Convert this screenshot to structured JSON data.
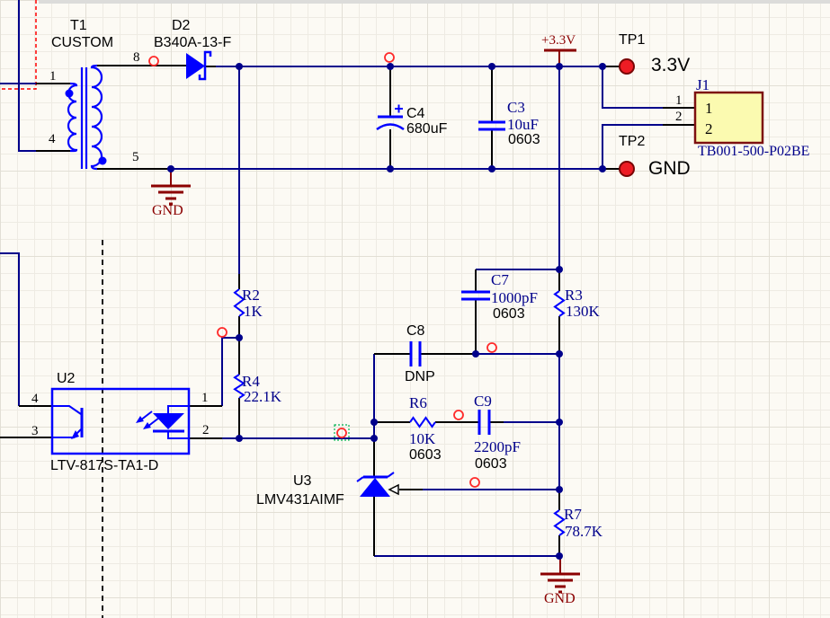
{
  "canvas": {
    "background": "#FCFAF4",
    "grid_minor_color": "#EEEBE3",
    "grid_major_color": "#E2DFD5"
  },
  "colors": {
    "wire": "#00008B",
    "pin_wire": "#000000",
    "symbol": "#0000FF",
    "power_port": "#8B0000",
    "value_text_blue": "#00008B",
    "erc_marker": "#FF2A2A",
    "testpoint_fill": "#ED1C24",
    "connector_fill": "#FBFAB0",
    "connector_border": "#7D1010",
    "selection_marker_green": "#00B050",
    "clipboard_dash_red": "#FF0000"
  },
  "components": {
    "t1": {
      "designator": "T1",
      "value": "CUSTOM",
      "pins": {
        "p1": "1",
        "p4": "4",
        "p8": "8",
        "p5": "5"
      }
    },
    "d2": {
      "designator": "D2",
      "value": "B340A-13-F"
    },
    "c4": {
      "designator": "C4",
      "value": "680uF"
    },
    "c3": {
      "designator": "C3",
      "value": "10uF",
      "footprint": "0603"
    },
    "c7": {
      "designator": "C7",
      "value": "1000pF",
      "footprint": "0603"
    },
    "c8": {
      "designator": "C8",
      "value": "DNP"
    },
    "c9": {
      "designator": "C9",
      "value": "2200pF",
      "footprint": "0603"
    },
    "r2": {
      "designator": "R2",
      "value": "1K"
    },
    "r3": {
      "designator": "R3",
      "value": "130K"
    },
    "r4": {
      "designator": "R4",
      "value": "22.1K"
    },
    "r6": {
      "designator": "R6",
      "value": "10K",
      "footprint": "0603"
    },
    "r7": {
      "designator": "R7",
      "value": "78.7K"
    },
    "u2": {
      "designator": "U2",
      "value": "LTV-817S-TA1-D",
      "pins": {
        "p1": "1",
        "p2": "2",
        "p3": "3",
        "p4": "4"
      }
    },
    "u3": {
      "designator": "U3",
      "value": "LMV431AIMF"
    },
    "j1": {
      "designator": "J1",
      "value": "TB001-500-P02BE",
      "pins": {
        "p1": "1",
        "p2": "2"
      },
      "pins_inside": {
        "p1": "1",
        "p2": "2"
      }
    },
    "tp1": {
      "designator": "TP1",
      "net": "3.3V"
    },
    "tp2": {
      "designator": "TP2",
      "net": "GND"
    }
  },
  "power": {
    "rail_3v3": "+3.3V",
    "gnd_transformer": "GND",
    "gnd_bottom": "GND"
  }
}
